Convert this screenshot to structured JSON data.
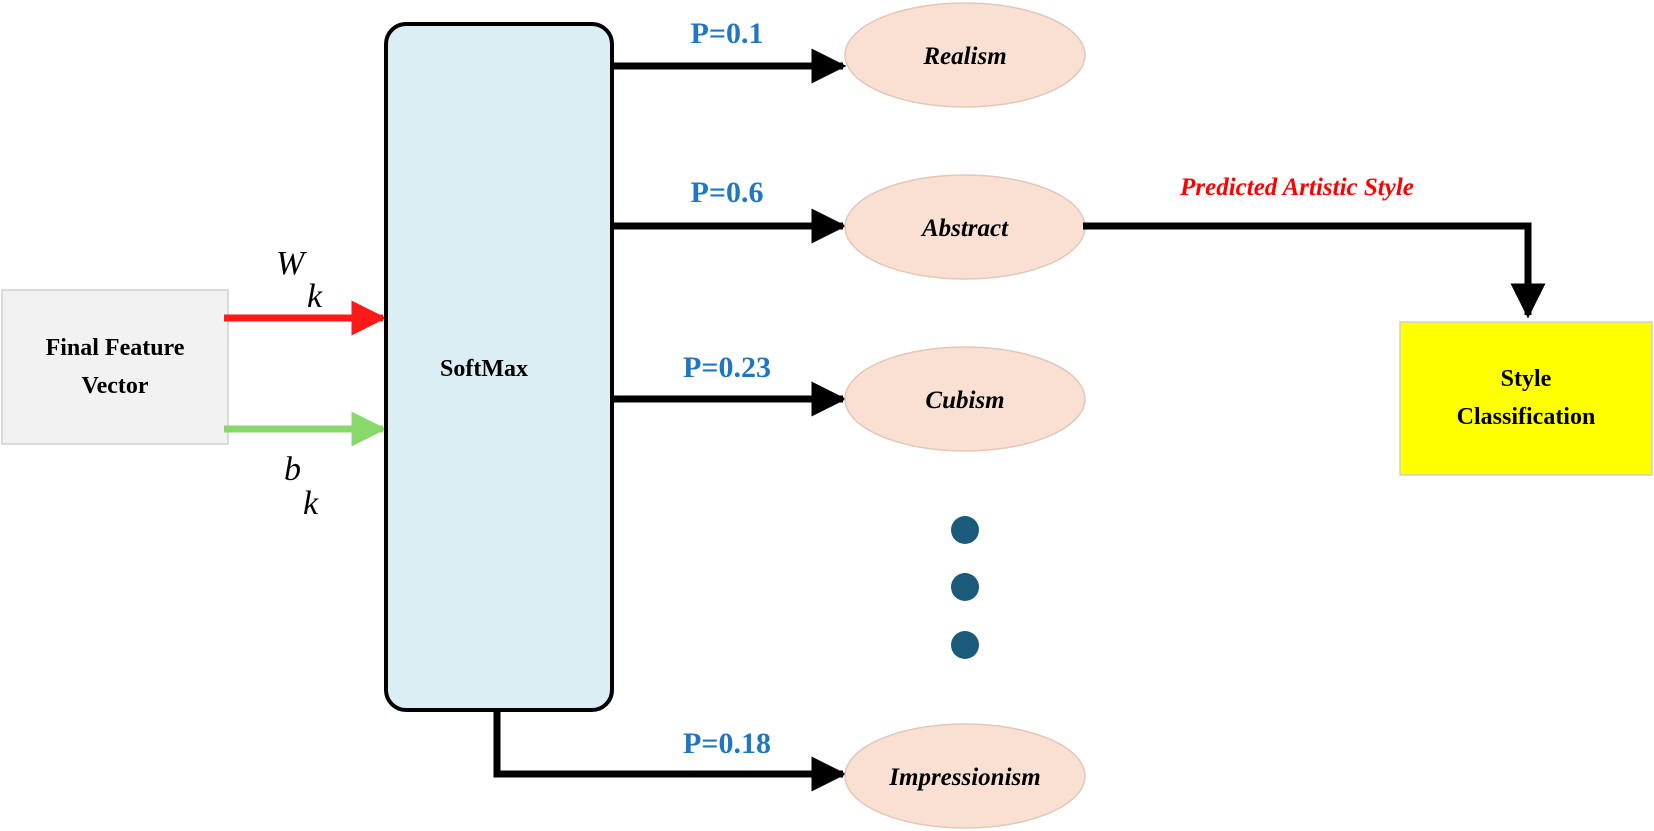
{
  "input_box": {
    "line1": "Final Feature",
    "line2": "Vector"
  },
  "weights": {
    "w_main": "W",
    "w_sub": "k",
    "b_main": "b",
    "b_sub": "k"
  },
  "softmax": {
    "label": "SoftMax"
  },
  "classes": [
    {
      "name": "Realism",
      "probability": "P=0.1"
    },
    {
      "name": "Abstract",
      "probability": "P=0.6"
    },
    {
      "name": "Cubism",
      "probability": "P=0.23"
    },
    {
      "name": "Impressionism",
      "probability": "P=0.18"
    }
  ],
  "predicted": {
    "label": "Predicted Artistic Style"
  },
  "output_box": {
    "line1": "Style",
    "line2": "Classification"
  },
  "colors": {
    "w_arrow": "#ff1a1a",
    "b_arrow": "#88d86a",
    "softmax_fill": "#dbeef4",
    "class_fill": "#f9e0d3",
    "output_fill": "#ffff00",
    "input_fill": "#f2f2f2",
    "dots": "#1b5a7a",
    "probability_text": "#1f77c4",
    "predicted_text": "#ff0000"
  }
}
